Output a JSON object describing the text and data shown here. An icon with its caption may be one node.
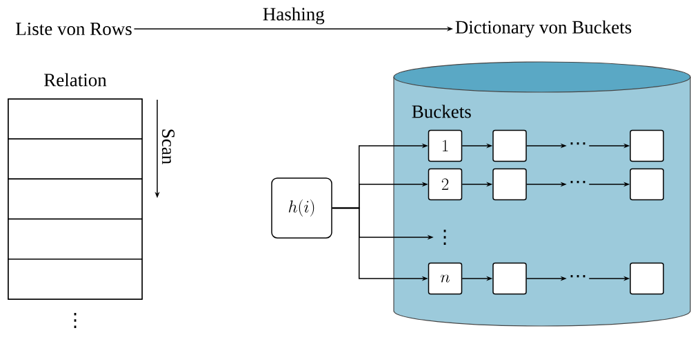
{
  "diagram": {
    "nodes": [
      {
        "text": [
          "Liste von Rows"
        ]
      },
      {
        "text": [
          "Dictionary von Buckets"
        ]
      },
      {
        "text": [
          "Relation"
        ]
      },
      {
        "text": [],
        "shape": "box",
        "in": 2
      },
      {
        "text": [],
        "shape": "box",
        "in": 2
      },
      {
        "text": [],
        "shape": "box",
        "in": 2
      },
      {
        "text": [],
        "shape": "box",
        "in": 2
      },
      {
        "text": [],
        "shape": "box",
        "in": 2
      },
      {
        "text": [
          "Buckets"
        ]
      },
      {
        "text": [
          "h(i)"
        ]
      },
      {
        "text": [
          "1"
        ],
        "in": 8
      },
      {
        "text": [],
        "shape": "box",
        "in": 8
      },
      {
        "text": [
          "⋯"
        ],
        "in": 8
      },
      {
        "text": [],
        "shape": "box",
        "in": 8
      },
      {
        "text": [
          "2"
        ],
        "in": 8
      },
      {
        "text": [],
        "shape": "box",
        "in": 8
      },
      {
        "text": [
          "⋯"
        ],
        "in": 8
      },
      {
        "text": [],
        "shape": "box",
        "in": 8
      },
      {
        "text": [
          "⋮"
        ],
        "in": 8
      },
      {
        "text": [
          "n"
        ],
        "in": 8
      },
      {
        "text": [],
        "shape": "box",
        "in": 8
      },
      {
        "text": [
          "⋯"
        ],
        "in": 8
      },
      {
        "text": [],
        "shape": "box",
        "in": 8
      }
    ],
    "edges": [
      {
        "from": 0,
        "to": 1,
        "arrow": "to",
        "label": "Hashing"
      },
      {
        "from": 9,
        "to": 10,
        "arrow": "to"
      },
      {
        "from": 9,
        "to": 14,
        "arrow": "to"
      },
      {
        "from": 9,
        "to": 18,
        "arrow": "to"
      },
      {
        "from": 9,
        "to": 19,
        "arrow": "to"
      },
      {
        "from": 10,
        "to": 11,
        "arrow": "to"
      },
      {
        "from": 11,
        "to": 12,
        "arrow": "to"
      },
      {
        "from": 12,
        "to": 13,
        "arrow": "to"
      },
      {
        "from": 14,
        "to": 15,
        "arrow": "to"
      },
      {
        "from": 15,
        "to": 16,
        "arrow": "to"
      },
      {
        "from": 16,
        "to": 17,
        "arrow": "to"
      },
      {
        "from": 19,
        "to": 20,
        "arrow": "to"
      },
      {
        "from": 20,
        "to": 21,
        "arrow": "to"
      },
      {
        "from": 21,
        "to": 22,
        "arrow": "to"
      }
    ],
    "labels": [
      "Scan",
      "⋮"
    ]
  }
}
